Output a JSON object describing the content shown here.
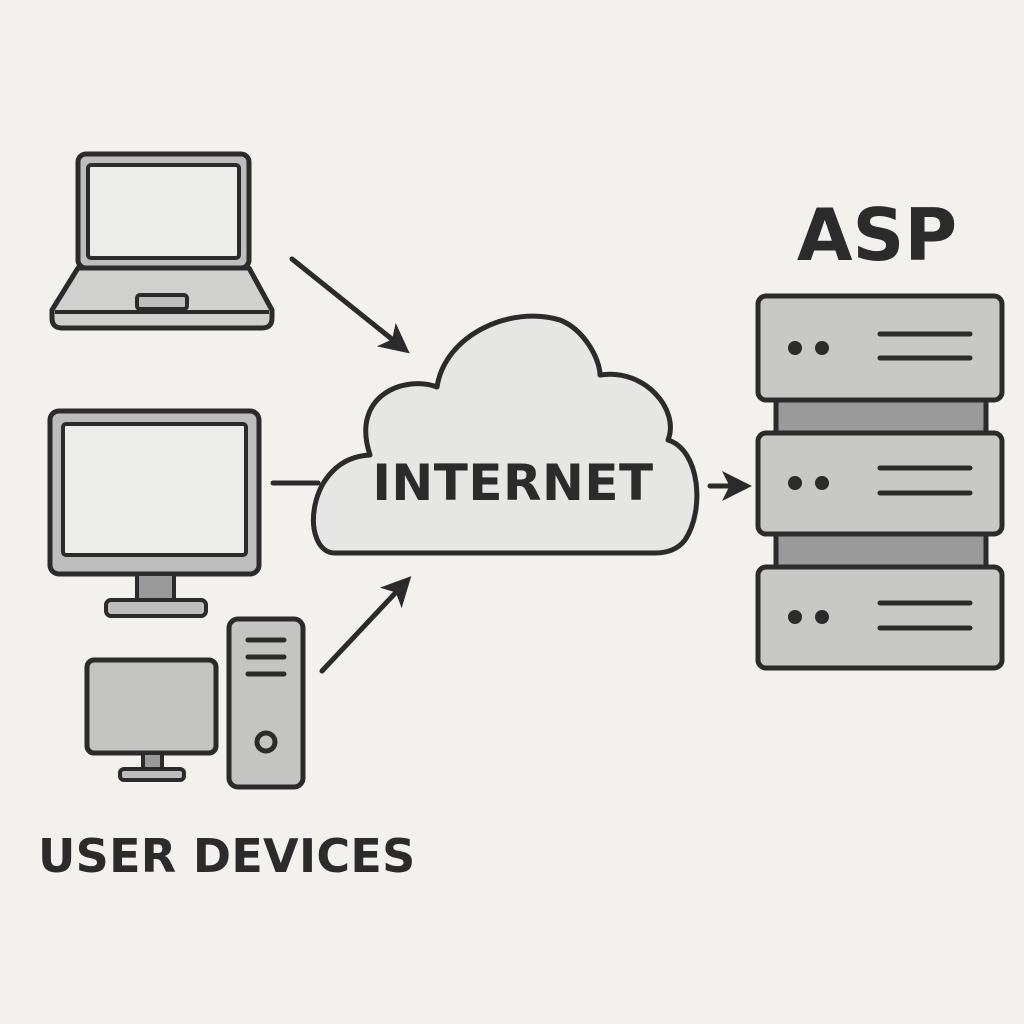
{
  "labels": {
    "cloud": "INTERNET",
    "server_group": "ASP",
    "device_group": "USER DEVICES"
  },
  "icons": {
    "laptop": "laptop-icon",
    "monitor": "monitor-icon",
    "desktop": "desktop-computer-icon",
    "cloud": "cloud-icon",
    "server_rack": "server-rack-icon"
  },
  "colors": {
    "background": "#f2f1ed",
    "stroke": "#2b2b2b",
    "fill_light": "#e6e6e4",
    "fill_mid": "#bdbdbd",
    "fill_dark": "#8f8f8f"
  }
}
